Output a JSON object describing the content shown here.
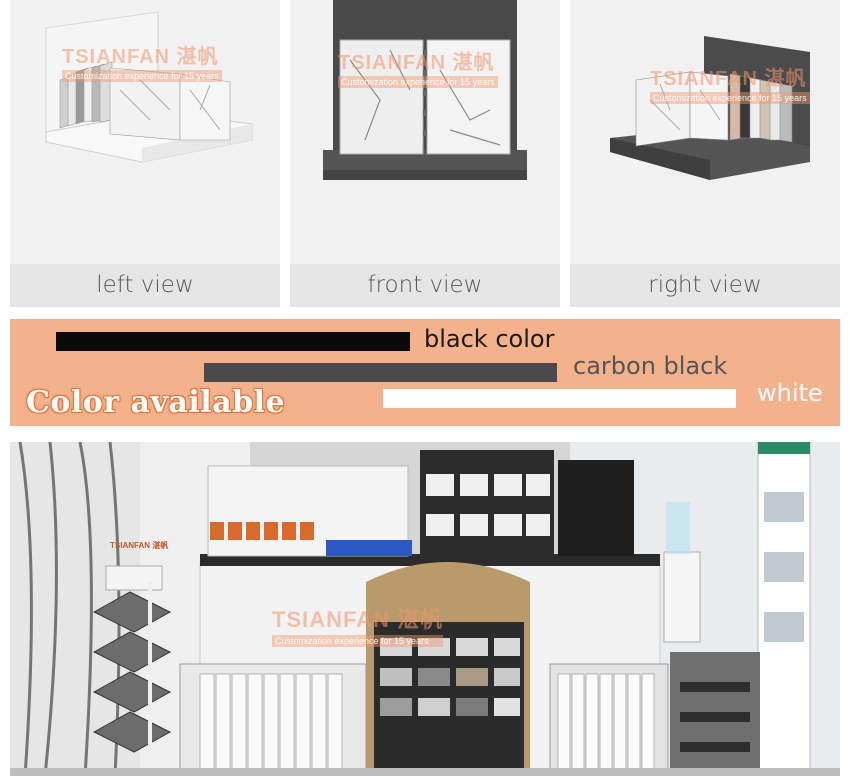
{
  "views": [
    {
      "id": "left",
      "caption": "left view"
    },
    {
      "id": "front",
      "caption": "front view"
    },
    {
      "id": "right",
      "caption": "right view"
    }
  ],
  "watermark": {
    "brand": "TSIANFAN 湛帆",
    "tagline": "Customization experience for 15 years"
  },
  "colors": {
    "band_background": "#f4b28c",
    "title": "Color available",
    "options": [
      {
        "label": "black color",
        "swatch": "#0a0a0a",
        "text_color": "#1a1a1a"
      },
      {
        "label": "carbon black",
        "swatch": "#4a4a4a",
        "text_color": "#555555"
      },
      {
        "label": "white",
        "swatch": "#ffffff",
        "text_color": "#ffffff"
      }
    ]
  },
  "photo": {
    "watermark_brand": "TSIANFAN 湛帆",
    "watermark_tagline": "Customization experience for 15 years",
    "stand_sign": "TSIANFAN 湛帆"
  }
}
